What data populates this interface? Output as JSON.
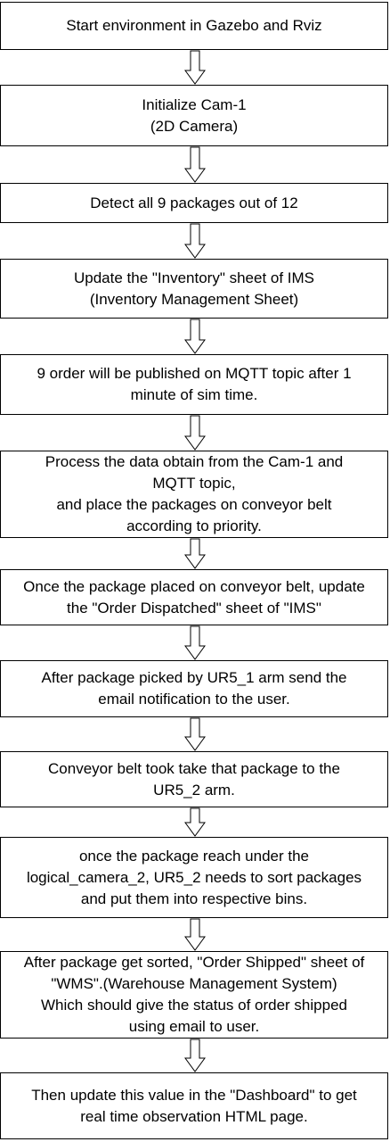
{
  "flowchart": {
    "steps": [
      {
        "text": "Start environment in Gazebo and Rviz"
      },
      {
        "text": "Initialize Cam-1\n (2D Camera)"
      },
      {
        "text": "Detect all 9 packages out of 12"
      },
      {
        "text": "Update the \"Inventory\" sheet of IMS\n(Inventory Management Sheet)"
      },
      {
        "text": "9 order will be published on MQTT topic after 1\nminute of sim time."
      },
      {
        "text": "Process the data obtain from the Cam-1 and\nMQTT topic,\nand place the packages on conveyor belt\naccording to priority."
      },
      {
        "text": "Once the package placed on conveyor belt, update\nthe \"Order Dispatched\" sheet of \"IMS\""
      },
      {
        "text": "After package picked by UR5_1 arm send the\nemail notification to the user."
      },
      {
        "text": "Conveyor belt took take that package to the\nUR5_2 arm."
      },
      {
        "text": "once the package reach under the\nlogical_camera_2, UR5_2 needs to sort packages\nand put them into respective bins."
      },
      {
        "text": "After package get sorted, \"Order Shipped\" sheet of\n\"WMS\".(Warehouse Management System)\nWhich should give the status of order shipped\nusing email to user."
      },
      {
        "text": "Then update this value in the \"Dashboard\" to get\nreal time observation HTML page."
      }
    ]
  }
}
